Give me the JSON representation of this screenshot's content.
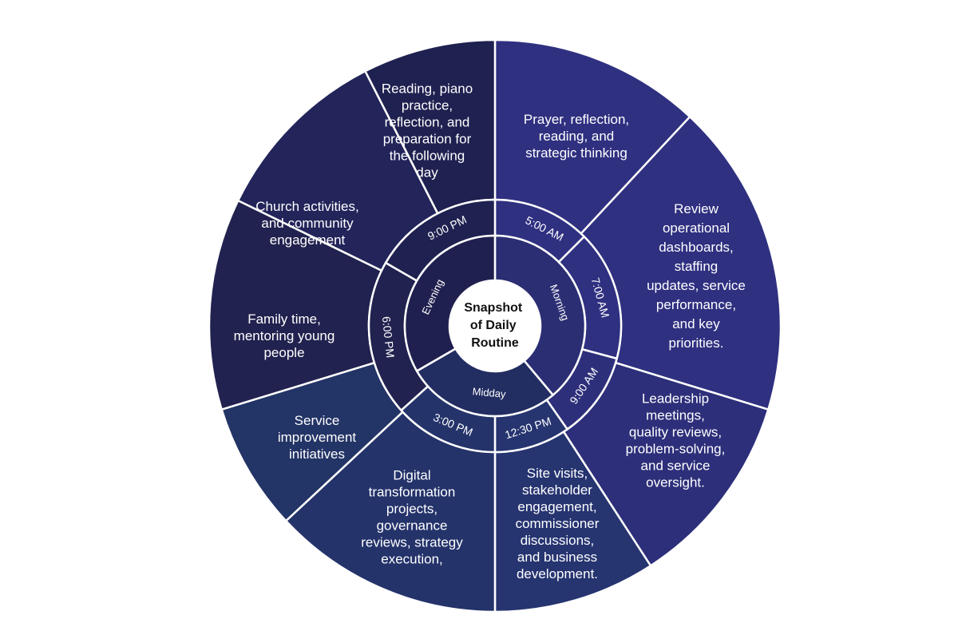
{
  "center": {
    "lines": [
      "Snapshot",
      "of Daily",
      "Routine"
    ]
  },
  "periods": [
    {
      "id": "morning",
      "label": "Morning",
      "color": "#2b2e73"
    },
    {
      "id": "midday",
      "label": "Midday",
      "color": "#222d62"
    },
    {
      "id": "evening",
      "label": "Evening",
      "color": "#202050"
    }
  ],
  "times": [
    {
      "id": "5am",
      "label": "5:00 AM"
    },
    {
      "id": "7am",
      "label": "7:00 AM"
    },
    {
      "id": "9am",
      "label": "9:00 AM"
    },
    {
      "id": "1230pm",
      "label": "12:30 PM"
    },
    {
      "id": "3pm",
      "label": "3:00 PM"
    },
    {
      "id": "6pm",
      "label": "6:00 PM"
    },
    {
      "id": "9pm",
      "label": "9:00 PM"
    }
  ],
  "activities": [
    {
      "id": "5am",
      "lines": [
        "Prayer, reflection,",
        "reading, and",
        "strategic thinking"
      ],
      "color": "#2f3080"
    },
    {
      "id": "7am",
      "lines": [
        "Review",
        "operational",
        "dashboards,",
        "staffing",
        "updates, service",
        "performance,",
        "and key",
        "priorities."
      ],
      "color": "#2f3080"
    },
    {
      "id": "9am",
      "lines": [
        "Leadership",
        "meetings,",
        "quality reviews,",
        "problem-solving,",
        "and service",
        "oversight."
      ],
      "color": "#2d2f7a"
    },
    {
      "id": "1230pm",
      "lines": [
        "Site visits,",
        "stakeholder",
        "engagement,",
        "commissioner",
        "discussions,",
        "and business",
        "development."
      ],
      "color": "#263470"
    },
    {
      "id": "3pm",
      "lines": [
        "Digital",
        "transformation",
        "projects,",
        "governance",
        "reviews, strategy",
        "execution,"
      ],
      "color": "#24336a"
    },
    {
      "id": "svc",
      "lines": [
        "Service",
        "improvement",
        "initiatives"
      ],
      "color": "#233466"
    },
    {
      "id": "6pm",
      "lines": [
        "Family time,",
        "mentoring young",
        "people"
      ],
      "color": "#222250"
    },
    {
      "id": "church",
      "lines": [
        "Church activities,",
        "and community",
        "engagement"
      ],
      "color": "#22245a"
    },
    {
      "id": "9pm",
      "lines": [
        "Reading, piano",
        "practice,",
        "reflection, and",
        "preparation for",
        "the following",
        "day"
      ],
      "color": "#1f2150"
    }
  ]
}
